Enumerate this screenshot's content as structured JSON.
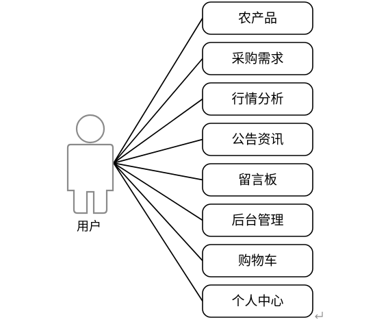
{
  "actor": {
    "label": "用户"
  },
  "use_cases": [
    {
      "label": "农产品"
    },
    {
      "label": "采购需求"
    },
    {
      "label": "行情分析"
    },
    {
      "label": "公告资讯"
    },
    {
      "label": "留言板"
    },
    {
      "label": "后台管理"
    },
    {
      "label": "购物车"
    },
    {
      "label": "个人中心"
    }
  ],
  "colors": {
    "line": "#000000",
    "actor_outline": "#8a8a8a",
    "background": "#ffffff"
  },
  "icons": {
    "actor": "stick-person-icon",
    "paragraph_mark": "return-arrow-icon"
  }
}
